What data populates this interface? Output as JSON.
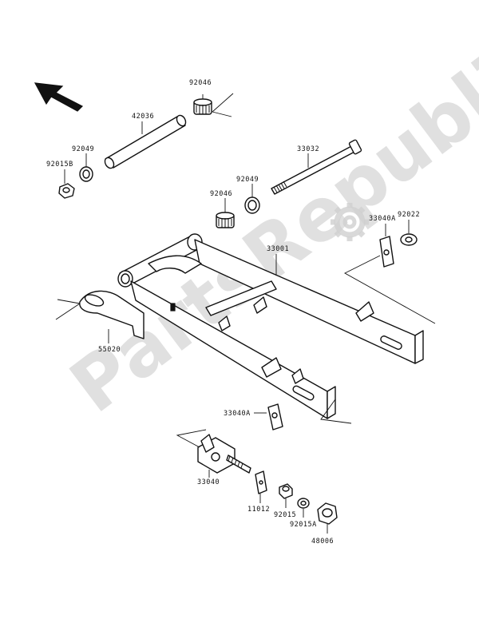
{
  "watermark": {
    "text": "PartsRepublik",
    "icon": "gear-icon"
  },
  "labels": {
    "p92046_top": "92046",
    "p42036": "42036",
    "p92049_left": "92049",
    "p92015b": "92015B",
    "p33032": "33032",
    "p92049_mid": "92049",
    "p92046_mid": "92046",
    "p33040a_right": "33040A",
    "p92022": "92022",
    "p33001": "33001",
    "p55020": "55020",
    "p33040a_low": "33040A",
    "p33040": "33040",
    "p11012": "11012",
    "p92015": "92015",
    "p92015a": "92015A",
    "p48006": "48006"
  },
  "icons": {
    "direction_arrow": "arrow-up-left-icon"
  },
  "colors": {
    "ink": "#111111",
    "watermark": "#d6d6d6",
    "background": "#ffffff"
  }
}
